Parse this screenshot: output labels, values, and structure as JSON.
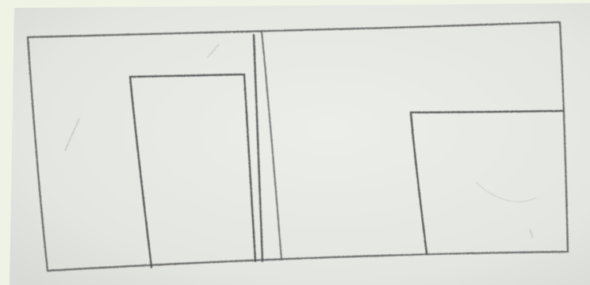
{
  "sketch": {
    "medium": "pencil",
    "paper_color": "#e8ebe6",
    "background_color": "#eef3e6",
    "stroke_color": "#4e4e4e",
    "shapes": [
      "outer-frame",
      "divider-line",
      "left-rectangle",
      "right-rectangle"
    ]
  }
}
